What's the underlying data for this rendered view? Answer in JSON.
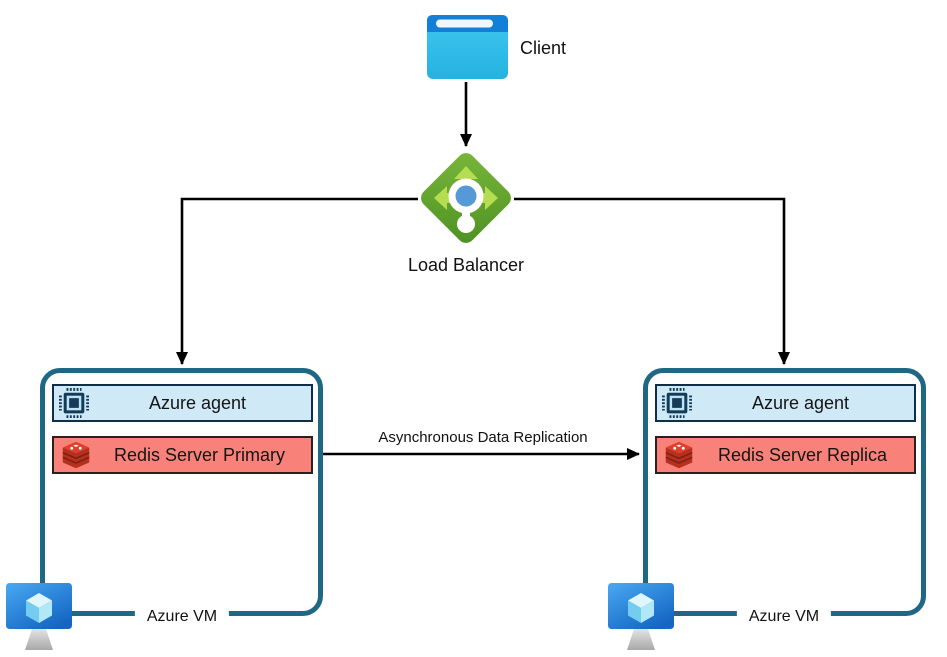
{
  "client": {
    "label": "Client"
  },
  "load_balancer": {
    "label": "Load Balancer"
  },
  "replication_arrow": {
    "label": "Asynchronous Data Replication"
  },
  "left_vm": {
    "agent_label": "Azure agent",
    "redis_label": "Redis Server Primary",
    "vm_label": "Azure VM"
  },
  "right_vm": {
    "agent_label": "Azure agent",
    "redis_label": "Redis Server Replica",
    "vm_label": "Azure VM"
  },
  "icons": {
    "client": "browser-window-icon",
    "load_balancer": "azure-load-balancer-icon",
    "agent": "cpu-chip-icon",
    "redis": "redis-stack-icon",
    "vm": "azure-vm-monitor-icon"
  },
  "colors": {
    "box_border": "#1e6785",
    "agent_fill": "#cfe9f6",
    "agent_border": "#0e2f47",
    "redis_fill": "#f8817a",
    "redis_border": "#2a211f",
    "connector": "#000000",
    "client_top": "#1280d8",
    "client_body": "#31bde8",
    "lb_green": "#5da32b",
    "lb_arrow_green": "#b6dd52",
    "lb_center_blue": "#559ad6",
    "vm_monitor_blue": "#2f8ce0",
    "redis_icon_red": "#dd3f2b"
  }
}
